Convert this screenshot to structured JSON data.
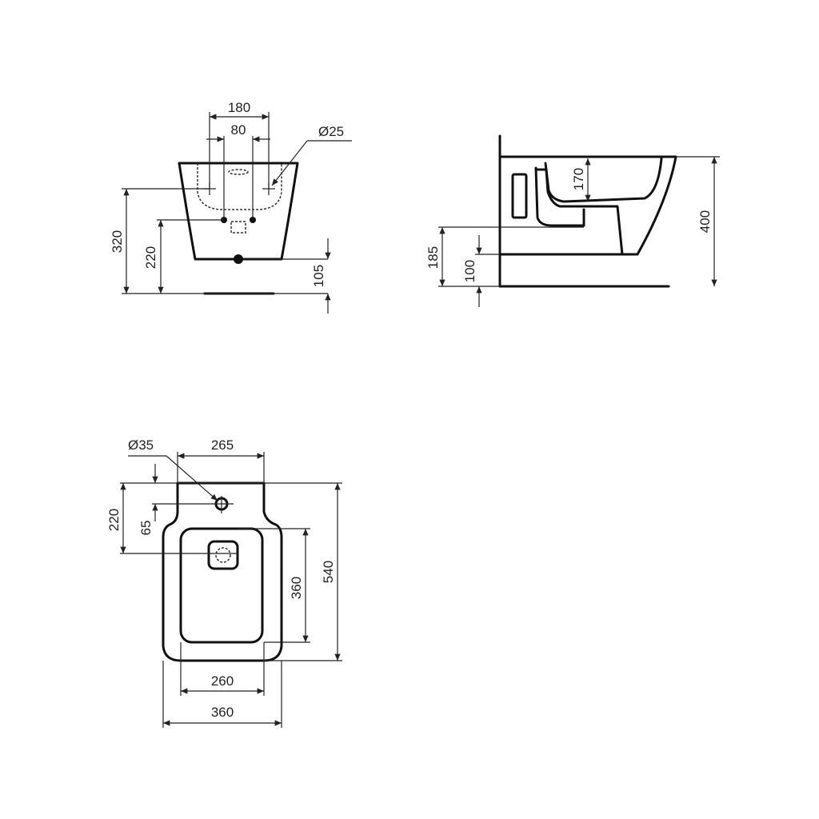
{
  "front_view": {
    "dims": {
      "width_outer": "180",
      "width_inner": "80",
      "hole_diameter": "Ø25",
      "height_total": "320",
      "height_outlet": "220",
      "height_bottom": "105"
    }
  },
  "side_view": {
    "dims": {
      "bowl_depth": "170",
      "height_total": "400",
      "height_fix": "185",
      "height_floor": "100"
    }
  },
  "top_view": {
    "dims": {
      "hole_diameter": "Ø35",
      "width_rear": "265",
      "depth_hole": "220",
      "offset_hole": "65",
      "length_total": "540",
      "bowl_length": "360",
      "bowl_width": "260",
      "width_total": "360"
    }
  },
  "colors": {
    "line": "#111111",
    "background": "#ffffff"
  }
}
